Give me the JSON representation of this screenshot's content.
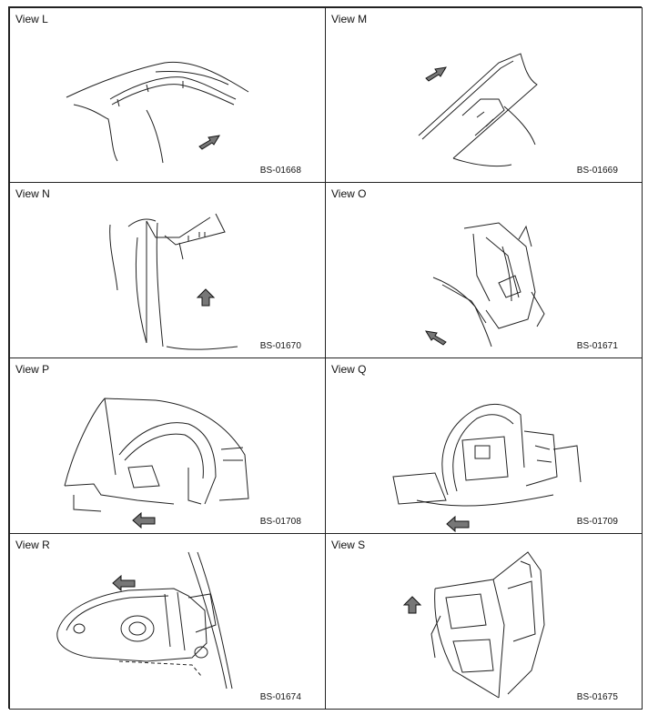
{
  "views": [
    {
      "title": "View L",
      "code": "BS-01668",
      "arrow": "arrow-up-right-icon"
    },
    {
      "title": "View M",
      "code": "BS-01669",
      "arrow": "arrow-up-right-icon"
    },
    {
      "title": "View N",
      "code": "BS-01670",
      "arrow": "arrow-up-icon"
    },
    {
      "title": "View O",
      "code": "BS-01671",
      "arrow": "arrow-up-left-icon"
    },
    {
      "title": "View P",
      "code": "BS-01708",
      "arrow": "arrow-left-icon"
    },
    {
      "title": "View Q",
      "code": "BS-01709",
      "arrow": "arrow-left-icon"
    },
    {
      "title": "View R",
      "code": "BS-01674",
      "arrow": "arrow-left-icon"
    },
    {
      "title": "View S",
      "code": "BS-01675",
      "arrow": "arrow-up-icon"
    }
  ]
}
